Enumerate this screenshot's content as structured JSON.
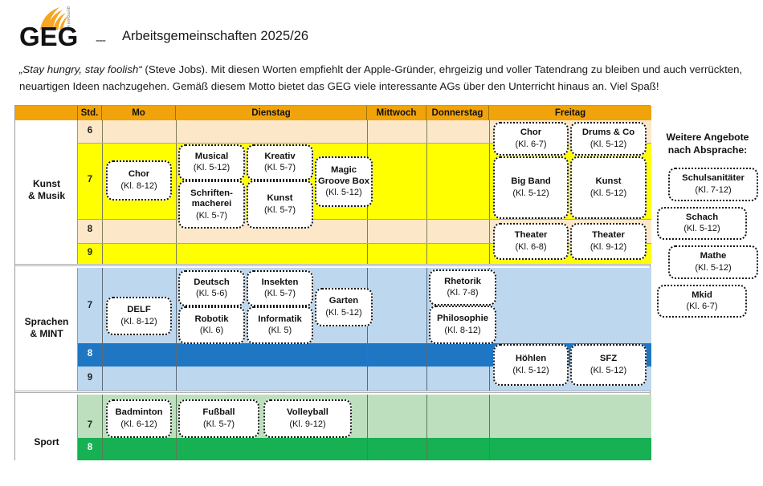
{
  "header": {
    "logo_text": "GEG",
    "logo_vertical_text": "gymnasium",
    "separator": "---",
    "title": "Arbeitsgemeinschaften 2025/26"
  },
  "intro": {
    "quote": "„Stay hungry, stay foolish“",
    "rest": " (Steve Jobs). Mit diesen Worten empfiehlt der Apple-Gründer, ehrgeizig und voller Tatendrang zu bleiben und auch verrückten, neuartigen Ideen nachzugehen. Gemäß diesem Motto bietet das GEG viele interessante AGs über den Unterricht hinaus an. Viel Spaß!"
  },
  "table": {
    "columns": [
      "Std.",
      "Mo",
      "Dienstag",
      "Mittwoch",
      "Donnerstag",
      "Freitag"
    ],
    "sections": [
      {
        "label": "Kunst\n& Musik",
        "label_line1": "Kunst",
        "label_line2": "& Musik",
        "rows": [
          "6",
          "7",
          "8",
          "9"
        ],
        "cards": [
          {
            "title": "Chor",
            "klasse": "(Kl. 8-12)"
          },
          {
            "title": "Musical",
            "klasse": "(Kl. 5-12)"
          },
          {
            "title": "Schriften-macherei",
            "title_l1": "Schriften-",
            "title_l2": "macherei",
            "klasse": "(Kl. 5-7)"
          },
          {
            "title": "Kreativ",
            "klasse": "(Kl. 5-7)"
          },
          {
            "title": "Kunst",
            "klasse": "(Kl. 5-7)"
          },
          {
            "title": "Magic Groove Box",
            "title_l1": "Magic",
            "title_l2": "Groove Box",
            "klasse": "(Kl. 5-12)"
          },
          {
            "title": "Chor",
            "klasse": "(Kl. 6-7)"
          },
          {
            "title": "Drums & Co",
            "klasse": "(Kl. 5-12)"
          },
          {
            "title": "Big Band",
            "klasse": "(Kl. 5-12)"
          },
          {
            "title": "Kunst",
            "klasse": "(Kl. 5-12)"
          },
          {
            "title": "Theater",
            "klasse": "(Kl. 6-8)"
          },
          {
            "title": "Theater",
            "klasse": "(Kl. 9-12)"
          }
        ]
      },
      {
        "label_line1": "Sprachen",
        "label_line2": "& MINT",
        "rows": [
          "7",
          "8",
          "9"
        ],
        "cards": [
          {
            "title": "DELF",
            "klasse": "(Kl. 8-12)"
          },
          {
            "title": "Deutsch",
            "klasse": "(Kl. 5-6)"
          },
          {
            "title": "Robotik",
            "klasse": "(Kl. 6)"
          },
          {
            "title": "Insekten",
            "klasse": "(Kl. 5-7)"
          },
          {
            "title": "Informatik",
            "klasse": "(Kl. 5)"
          },
          {
            "title": "Garten",
            "klasse": "(Kl. 5-12)"
          },
          {
            "title": "Rhetorik",
            "klasse": "(Kl. 7-8)"
          },
          {
            "title": "Philosophie",
            "klasse": "(Kl. 8-12)"
          },
          {
            "title": "Höhlen",
            "klasse": "(Kl. 5-12)"
          },
          {
            "title": "SFZ",
            "klasse": "(Kl. 5-12)"
          }
        ]
      },
      {
        "label_line1": "Sport",
        "label_line2": "",
        "rows": [
          "7",
          "8"
        ],
        "cards": [
          {
            "title": "Badminton",
            "klasse": "(Kl. 6-12)"
          },
          {
            "title": "Fußball",
            "klasse": "(Kl. 5-7)"
          },
          {
            "title": "Volleyball",
            "klasse": "(Kl. 9-12)"
          }
        ]
      }
    ]
  },
  "aside": {
    "title_line1": "Weitere Angebote",
    "title_line2": "nach Absprache:",
    "items": [
      {
        "title": "Schulsanitäter",
        "klasse": "(Kl. 7-12)"
      },
      {
        "title": "Schach",
        "klasse": "(Kl. 5-12)"
      },
      {
        "title": "Mathe",
        "klasse": "(Kl. 5-12)"
      },
      {
        "title": "Mkid",
        "klasse": "(Kl. 6-7)"
      }
    ]
  },
  "colors": {
    "header_orange": "#F0A30A",
    "kunst_light": "#FCE7C8",
    "kunst_bright": "#FFFF00",
    "sprachen_light": "#BDD7EE",
    "sprachen_strong": "#1F77C4",
    "sport_light": "#BDDFBD",
    "sport_strong": "#17B053",
    "logo_orange": "#F5A623"
  }
}
